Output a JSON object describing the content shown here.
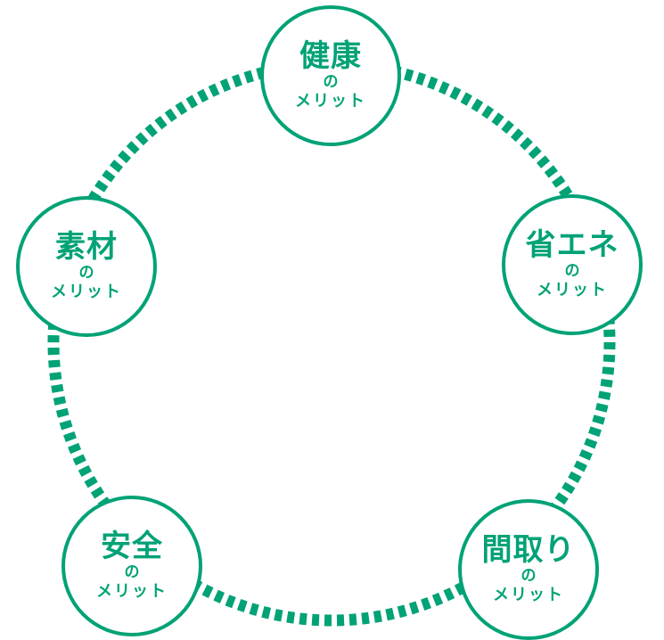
{
  "colors": {
    "accent": "#00a276",
    "background": "#ffffff"
  },
  "nodes": [
    {
      "id": "health",
      "title": "健康",
      "particle": "の",
      "suffix": "メリット"
    },
    {
      "id": "energy",
      "title": "省エネ",
      "particle": "の",
      "suffix": "メリット"
    },
    {
      "id": "layout",
      "title": "間取り",
      "particle": "の",
      "suffix": "メリット"
    },
    {
      "id": "safety",
      "title": "安全",
      "particle": "の",
      "suffix": "メリット"
    },
    {
      "id": "material",
      "title": "素材",
      "particle": "の",
      "suffix": "メリット"
    }
  ]
}
